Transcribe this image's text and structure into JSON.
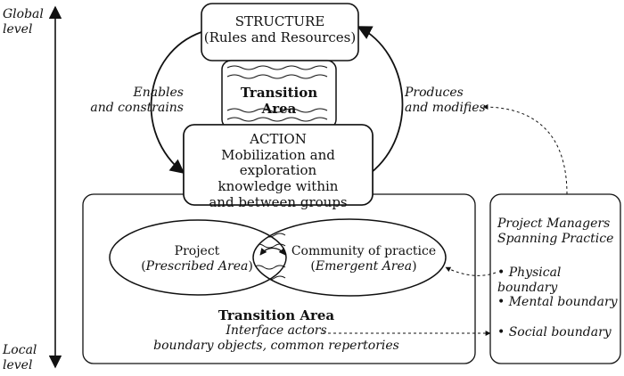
{
  "levels": {
    "global": [
      "Global",
      "level"
    ],
    "local": [
      "Local",
      "level"
    ]
  },
  "structure": {
    "title": "STRUCTURE",
    "subtitle": "(Rules and Resources)"
  },
  "transition_top": {
    "label": "Transition Area"
  },
  "action": {
    "title": "ACTION",
    "lines": [
      "Mobilization and exploration",
      "knowledge within",
      "and between groups"
    ]
  },
  "arrows": {
    "left": [
      "Enables",
      "and constrains"
    ],
    "right": [
      "Produces",
      "and modifies"
    ]
  },
  "project": {
    "title": "Project",
    "paren_open": "(",
    "sub": "Prescribed Area",
    "paren_close": ")"
  },
  "community": {
    "title": "Community of practice",
    "paren_open": "(",
    "sub": "Emergent Area",
    "paren_close": ")"
  },
  "transition_bottom": {
    "title": "Transition Area",
    "line1": "Interface actors",
    "line2": "boundary objects, common repertories"
  },
  "pm": {
    "title": [
      "Project Managers",
      "Spanning Practice"
    ],
    "items": [
      "Physical boundary",
      "Mental boundary",
      "Social boundary"
    ],
    "bullet": "•"
  }
}
